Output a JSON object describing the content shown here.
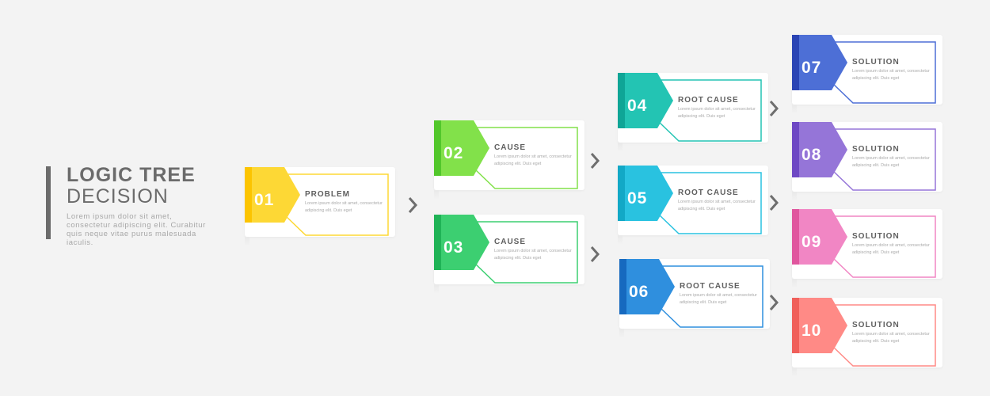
{
  "title": {
    "line1": "LOGIC TREE",
    "line2": "DECISION",
    "description": "Lorem ipsum dolor sit amet, consectetur adipiscing elit. Curabitur quis neque vitae purus malesuada iaculis."
  },
  "nodes": [
    {
      "number": "01",
      "heading": "PROBLEM",
      "text": "Lorem ipsum dolor sit amet, consectetur adipiscing elit. Duis eget",
      "colors": [
        "#fdd835",
        "#fcc400"
      ]
    },
    {
      "number": "02",
      "heading": "CAUSE",
      "text": "Lorem ipsum dolor sit amet, consectetur adipiscing elit. Duis eget",
      "colors": [
        "#82e14a",
        "#52c72b"
      ]
    },
    {
      "number": "03",
      "heading": "CAUSE",
      "text": "Lorem ipsum dolor sit amet, consectetur adipiscing elit. Duis eget",
      "colors": [
        "#3ccf71",
        "#1fb356"
      ]
    },
    {
      "number": "04",
      "heading": "ROOT CAUSE",
      "text": "Lorem ipsum dolor sit amet, consectetur adipiscing elit. Duis eget",
      "colors": [
        "#23c4b3",
        "#0fa596"
      ]
    },
    {
      "number": "05",
      "heading": "ROOT CAUSE",
      "text": "Lorem ipsum dolor sit amet, consectetur adipiscing elit. Duis eget",
      "colors": [
        "#29c2e0",
        "#12a8c6"
      ]
    },
    {
      "number": "06",
      "heading": "ROOT CAUSE",
      "text": "Lorem ipsum dolor sit amet, consectetur adipiscing elit. Duis eget",
      "colors": [
        "#2f8fde",
        "#1669bf"
      ]
    },
    {
      "number": "07",
      "heading": "SOLUTION",
      "text": "Lorem ipsum dolor sit amet, consectetur adipiscing elit. Duis eget",
      "colors": [
        "#4d6fd6",
        "#2a44b4"
      ]
    },
    {
      "number": "08",
      "heading": "SOLUTION",
      "text": "Lorem ipsum dolor sit amet, consectetur adipiscing elit. Duis eget",
      "colors": [
        "#9575d8",
        "#6e48c4"
      ]
    },
    {
      "number": "09",
      "heading": "SOLUTION",
      "text": "Lorem ipsum dolor sit amet, consectetur adipiscing elit. Duis eget",
      "colors": [
        "#f186c4",
        "#e0569e"
      ]
    },
    {
      "number": "10",
      "heading": "SOLUTION",
      "text": "Lorem ipsum dolor sit amet, consectetur adipiscing elit. Duis eget",
      "colors": [
        "#ff8a86",
        "#f05f5a"
      ]
    }
  ],
  "connector_icon": "chevron-right-icon",
  "connector_color": "#6e6e6e"
}
